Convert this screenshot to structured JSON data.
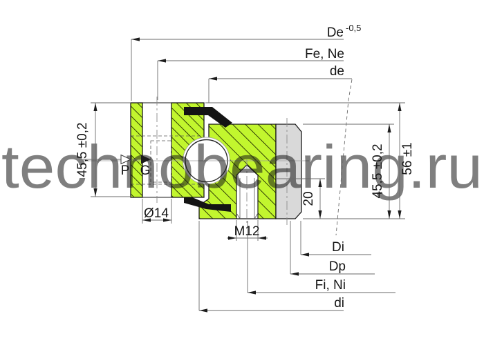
{
  "watermark": "technobearing.ru",
  "colors": {
    "ring": "#c2f62e",
    "gear": "#d9d9d9",
    "seal": "#141414",
    "outline": "#1a1a1a",
    "dim_line": "#6a6a6a",
    "watermark": "#cfcfcf"
  },
  "dims": {
    "de_outer": {
      "label": "De",
      "sup": "-0,5"
    },
    "fe_ne": {
      "label": "Fe, Ne"
    },
    "de_pitch": {
      "label": "de"
    },
    "di_cap": {
      "label": "Di"
    },
    "dp": {
      "label": "Dp"
    },
    "fi_ni": {
      "label": "Fi, Ni"
    },
    "di_small": {
      "label": "di"
    },
    "h_inner": {
      "label": "45,5 ±0,2"
    },
    "h_outer": {
      "label": "45,5 ±0,2"
    },
    "h_total": {
      "label": "56 ±1"
    },
    "gear_width": {
      "label": "20"
    },
    "hole": {
      "label": "Ø14"
    },
    "thread": {
      "label": "M12"
    },
    "p_mark": {
      "label": "P"
    },
    "g_mark": {
      "label": "G"
    }
  }
}
